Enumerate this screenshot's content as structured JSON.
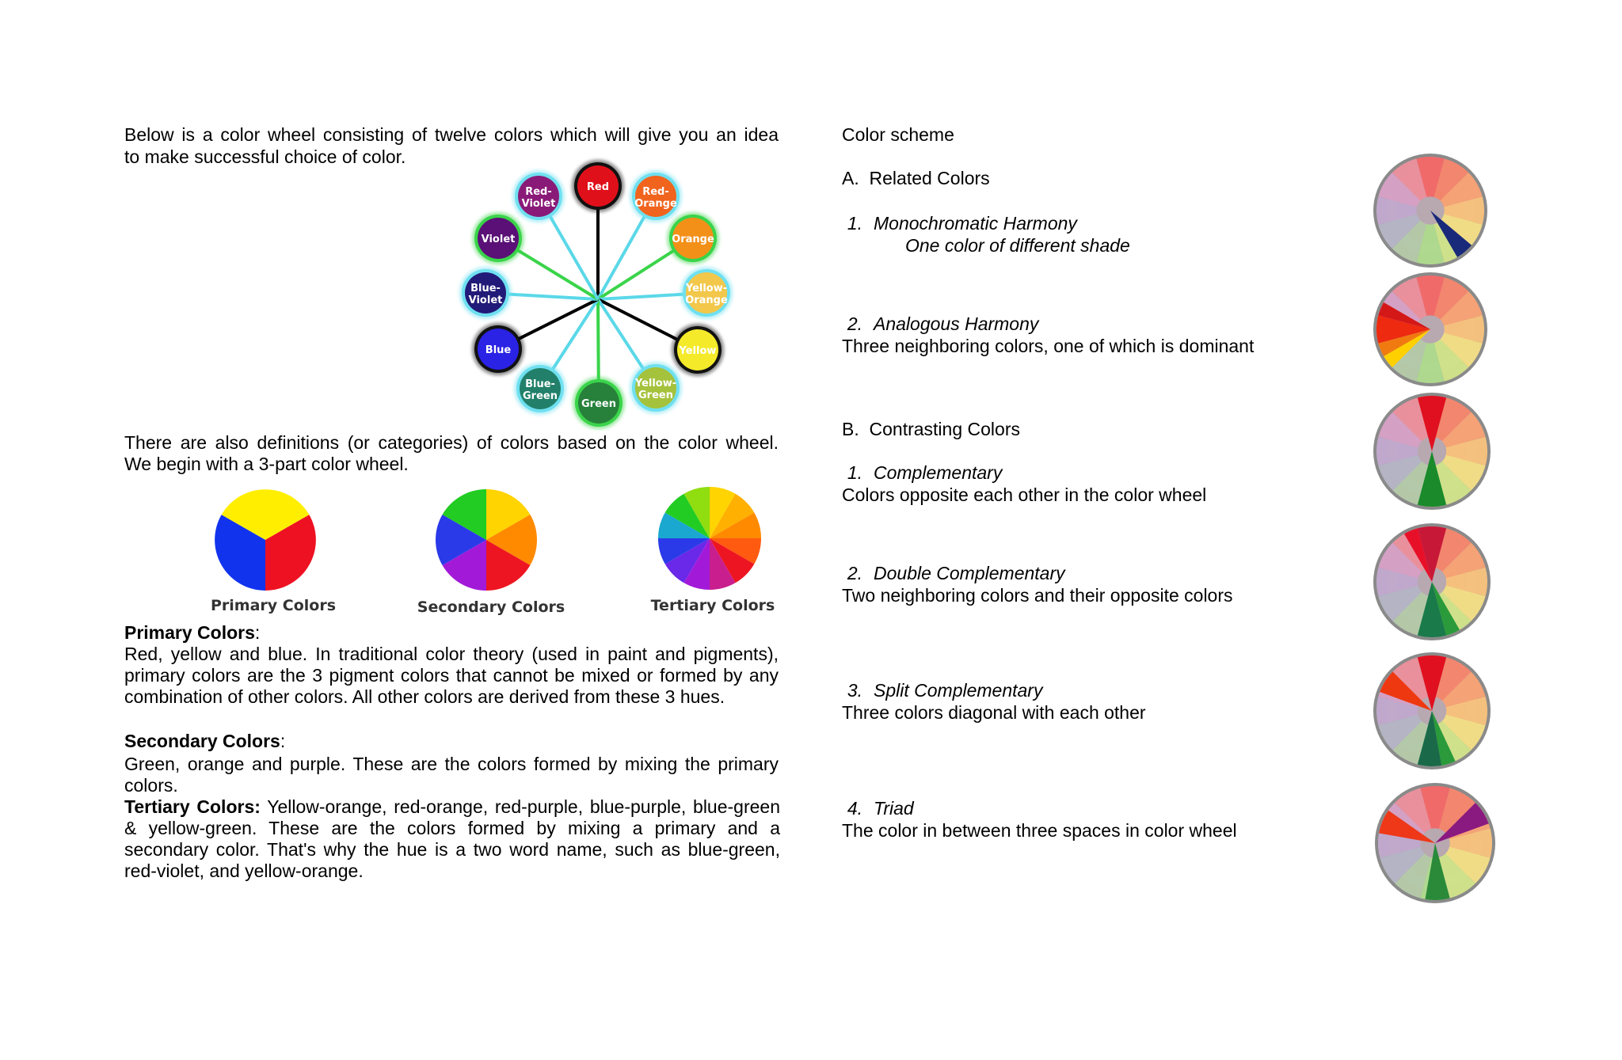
{
  "left": {
    "intro_line1": "Below is a color wheel consisting of twelve colors which will give you an idea",
    "intro_line2": "to make successful choice of color.",
    "wheel_labels": {
      "red": "Red",
      "red_orange": [
        "Red-",
        "Orange"
      ],
      "orange": "Orange",
      "yellow_orange": [
        "Yellow-",
        "Orange"
      ],
      "yellow": "Yellow",
      "yellow_green": [
        "Yellow-",
        "Green"
      ],
      "green": "Green",
      "blue_green": [
        "Blue-",
        "Green"
      ],
      "blue": "Blue",
      "blue_violet": [
        "Blue-",
        "Violet"
      ],
      "violet": "Violet",
      "red_violet": [
        "Red-",
        "Violet"
      ]
    },
    "defs_line1": "There are also definitions (or categories) of colors based on the color wheel.",
    "defs_line2": "We begin with a 3-part color wheel.",
    "captions": {
      "primary": "Primary Colors",
      "secondary": "Secondary Colors",
      "tertiary": "Tertiary Colors"
    },
    "primary_heading": "Primary Colors",
    "primary_colon": ":",
    "primary_body": "Red, yellow and blue. In traditional color theory (used in paint and pigments), primary colors are the 3 pigment colors that cannot be mixed or formed by any combination of other colors. All other colors are derived from these 3 hues.",
    "secondary_heading": "Secondary Colors",
    "secondary_colon": ":",
    "secondary_body": "Green, orange and purple. These are the colors formed by mixing the primary colors.",
    "tertiary_heading": "Tertiary Colors:",
    "tertiary_body": " Yellow-orange, red-orange, red-purple, blue-purple, blue-green & yellow-green. These are the colors formed by mixing a primary and a secondary color. That's why the hue is a two word name, such as blue-green, red-violet, and yellow-orange."
  },
  "right": {
    "title": "Color scheme",
    "section_a": "A.  Related Colors",
    "mono_num": "1.",
    "mono_title": "Monochromatic Harmony",
    "mono_desc": "One color of different shade",
    "analog_num": "2.",
    "analog_title": "Analogous Harmony",
    "analog_desc": "Three neighboring colors, one of which is dominant",
    "section_b": "B.  Contrasting Colors",
    "comp_num": "1.",
    "comp_title": "Complementary",
    "comp_desc": "Colors opposite each other in the color wheel",
    "dcomp_num": "2.",
    "dcomp_title": "Double Complementary",
    "dcomp_desc": "Two neighboring colors and their opposite colors",
    "split_num": "3.",
    "split_title": "Split Complementary",
    "split_desc": "Three colors diagonal with each other",
    "triad_num": "4.",
    "triad_title": "Triad",
    "triad_desc": "The color in between three spaces in color wheel"
  }
}
